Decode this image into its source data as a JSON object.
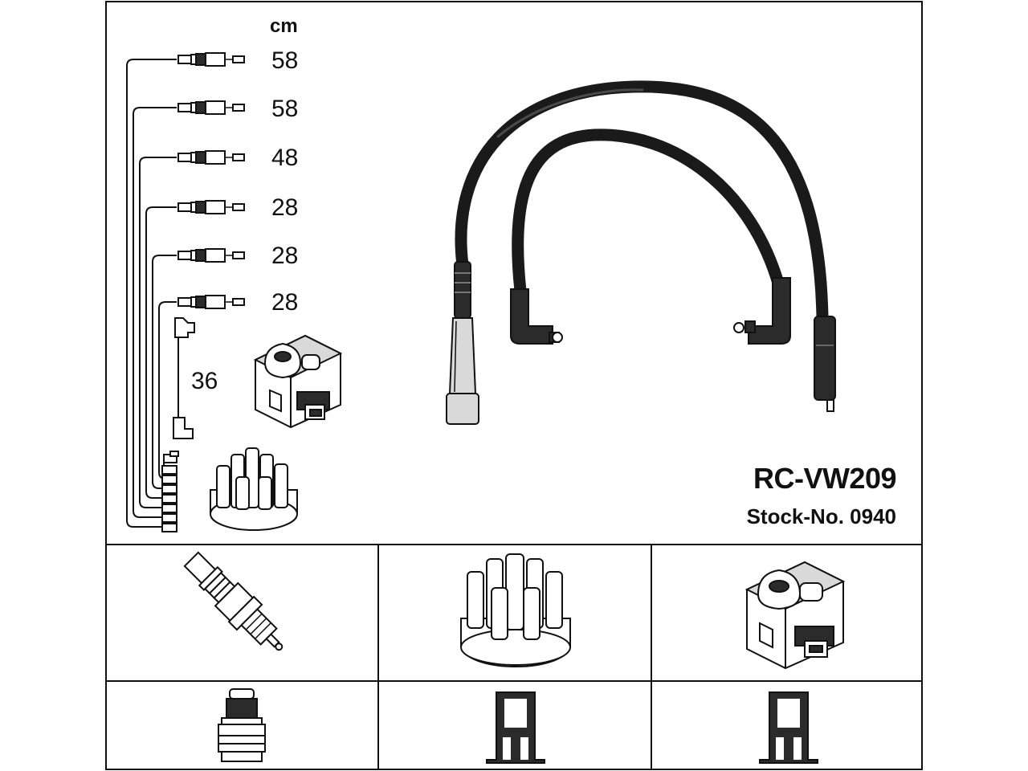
{
  "unit": "cm",
  "lengths": [
    "58",
    "58",
    "48",
    "28",
    "28",
    "28"
  ],
  "coil_lead_length": "36",
  "product": {
    "code": "RC-VW209",
    "stock_line": "Stock-No. 0940"
  },
  "components": {
    "row1": [
      "spark-plug-icon",
      "distributor-cap-icon",
      "ignition-coil-icon"
    ],
    "row2": [
      "plug-terminal-icon",
      "straight-boot-icon",
      "straight-boot-icon"
    ]
  }
}
